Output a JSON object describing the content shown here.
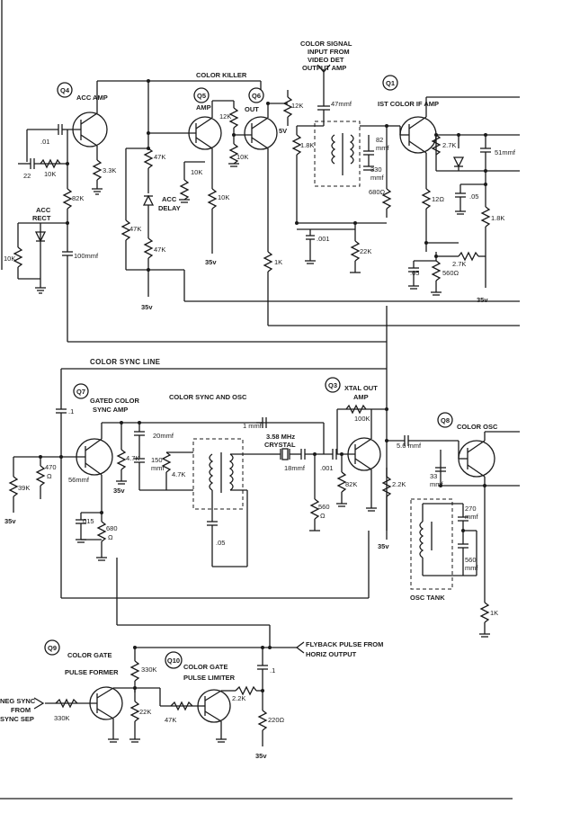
{
  "transistors": {
    "q1": {
      "tag": "Q1",
      "name": "IST COLOR IF AMP"
    },
    "q3": {
      "tag": "Q3",
      "name_1": "XTAL OUT",
      "name_2": "AMP"
    },
    "q4": {
      "tag": "Q4",
      "name": "ACC AMP"
    },
    "q5": {
      "tag": "Q5",
      "name": "AMP"
    },
    "q6": {
      "tag": "Q6",
      "name": "OUT"
    },
    "q7": {
      "tag": "Q7",
      "name_1": "GATED COLOR",
      "name_2": "SYNC AMP"
    },
    "q8": {
      "tag": "Q8",
      "name": "COLOR OSC"
    },
    "q9": {
      "tag": "Q9",
      "name_1": "COLOR GATE",
      "name_2": "PULSE FORMER"
    },
    "q10": {
      "tag": "Q10",
      "name_1": "COLOR GATE",
      "name_2": "PULSE LIMITER"
    }
  },
  "labels": {
    "color_killer": "COLOR KILLER",
    "color_signal_1": "COLOR SIGNAL",
    "color_signal_2": "INPUT FROM",
    "color_signal_3": "VIDEO DET",
    "color_signal_4": "OUTPUT AMP",
    "acc_delay_1": "ACC",
    "acc_delay_2": "DELAY",
    "acc_rect_1": "ACC",
    "acc_rect_2": "RECT",
    "color_sync_line": "COLOR SYNC LINE",
    "sync_and_osc": "COLOR SYNC AND OSC",
    "crystal_1": "3.58 MHz",
    "crystal_2": "CRYSTAL",
    "osc_tank": "OSC TANK",
    "flyback_1": "FLYBACK PULSE FROM",
    "flyback_2": "HORIZ OUTPUT",
    "neg_sync_1": "NEG SYNC",
    "neg_sync_2": "FROM",
    "neg_sync_3": "SYNC SEP"
  },
  "components": {
    "c01": ".01",
    "c22": "22",
    "r10k_a": "10K",
    "r82k": "82K",
    "r33k": "3.3K",
    "c100": "100mmf",
    "r10k_rect": "10K",
    "r47k_a": "47K",
    "r47k_b": "47K",
    "r47k_c": "47K",
    "r10k_b": "10K",
    "r10k_c": "10K",
    "r12k_a": "12K",
    "r12k_b": "12K",
    "r10k_d": "10K",
    "v5": "5V",
    "r1k_a": "1K",
    "c47": "47mmf",
    "r18k_a": "1.8K",
    "c82": "82",
    "mmf_a": "mmf",
    "c330": "330",
    "mmf_b": "mmf",
    "r680": "680Ω",
    "c001_a": ".001",
    "r22k_a": "22K",
    "r27k_a": "2.7K",
    "c51": "51mmf",
    "r12": "12Ω",
    "c05_a": ".05",
    "r18k_b": "1.8K",
    "r27k_b": "2.7K",
    "c05_b": ".05",
    "r560_a": "560Ω",
    "c1_a": ".1",
    "r470": "470",
    "ohm_a": "Ω",
    "c56": "56mmf",
    "r39k": "39K",
    "c015": ".015",
    "r680b": "680",
    "ohm_b": "Ω",
    "c20": "20mmf",
    "r47k_d": "4.7K",
    "c150": "150",
    "mmf_c": "mmf",
    "r47k_e": "4.7K",
    "c05_c": ".05",
    "c1mmf": "1 mmf",
    "c18": "18mmf",
    "c001_b": ".001",
    "r560_b": "560",
    "ohm_c": "Ω",
    "r82k_b": "82K",
    "r100k": "100K",
    "c56b": "5.6 mmf",
    "r22k_b": "2.2K",
    "c33": "33",
    "mmf_d": "mmf",
    "c270": "270",
    "mmf_e": "mmf",
    "c560": "560",
    "mmf_f": "mmf",
    "r1k_b": "1K",
    "r330k_a": "330K",
    "r22k_c": "22K",
    "r47k_f": "47K",
    "r22k_d": "2.2K",
    "c1_b": ".1",
    "r220": "220Ω",
    "r330k_b": "330K"
  },
  "supplies": {
    "v35": "35v"
  }
}
